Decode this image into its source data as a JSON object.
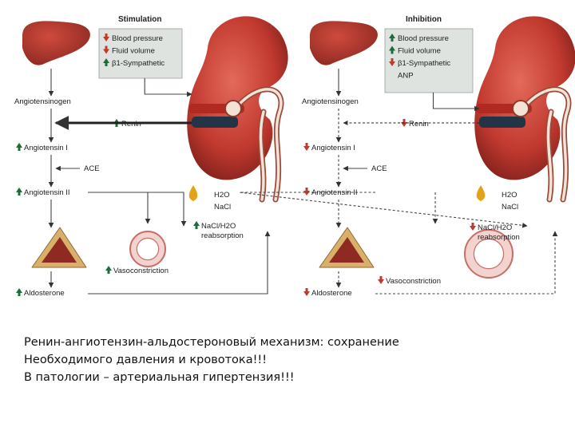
{
  "panels": {
    "stimulation": {
      "title": "Stimulation",
      "box": [
        {
          "arrow": "down",
          "text": "Blood pressure"
        },
        {
          "arrow": "down",
          "text": "Fluid volume"
        },
        {
          "arrow": "up",
          "text": "β1-Sympathetic"
        }
      ],
      "labels": {
        "angiotensinogen": "Angiotensinogen",
        "renin": "Renin",
        "angiotensin1": "Angiotensin I",
        "ace": "ACE",
        "angiotensin2": "Angiotensin II",
        "h2o": "H2O",
        "nacl": "NaCl",
        "reabsorption1": "NaCl/H2O",
        "reabsorption2": "reabsorption",
        "vasoconstriction": "Vasoconstriction",
        "aldosterone": "Aldosterone"
      },
      "arrows": {
        "renin": "up",
        "angiotensin1": "up",
        "angiotensin2": "up",
        "reabsorption": "up",
        "vasoconstriction": "up",
        "aldosterone": "up"
      }
    },
    "inhibition": {
      "title": "Inhibition",
      "box": [
        {
          "arrow": "up",
          "text": "Blood pressure"
        },
        {
          "arrow": "up",
          "text": "Fluid volume"
        },
        {
          "arrow": "down",
          "text": "β1-Sympathetic"
        },
        {
          "arrow": "none",
          "text": "ANP"
        }
      ],
      "labels": {
        "angiotensinogen": "Angiotensinogen",
        "renin": "Renin",
        "angiotensin1": "Angiotensin I",
        "ace": "ACE",
        "angiotensin2": "Angiotensin II",
        "h2o": "H2O",
        "nacl": "NaCl",
        "reabsorption1": "NaCl/H2O",
        "reabsorption2": "reabsorption",
        "vasoconstriction": "Vasoconstriction",
        "aldosterone": "Aldosterone"
      },
      "arrows": {
        "renin": "down",
        "angiotensin1": "down",
        "angiotensin2": "down",
        "reabsorption": "down",
        "vasoconstriction": "down",
        "aldosterone": "down"
      }
    }
  },
  "caption": {
    "line1": "Ренин-ангиотензин-альдостероновый механизм: сохранение",
    "line2": "Необходимого давления и кровотока!!!",
    "line3": "В патологии – артериальная гипертензия!!!"
  },
  "colors": {
    "up_arrow": "#1f6b3a",
    "down_arrow": "#c0392b",
    "box_fill": "#dfe3df",
    "liver": "#b5322a",
    "kidney": "#c9423a",
    "adrenal": "#d9b06a"
  }
}
